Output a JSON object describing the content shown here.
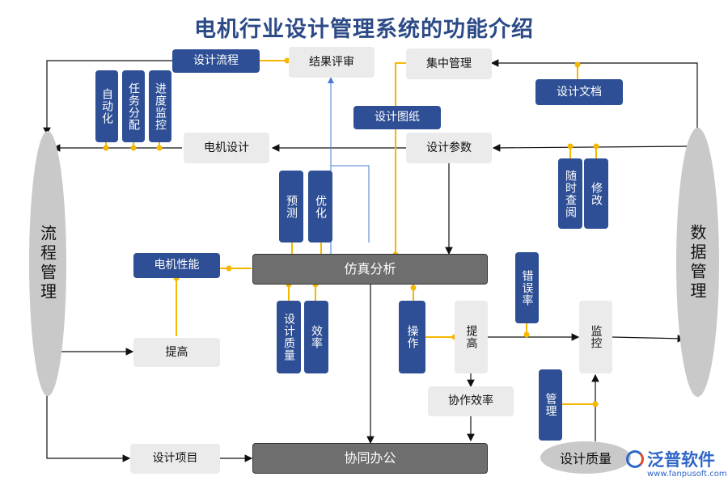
{
  "title": "电机行业设计管理系统的功能介绍",
  "left_ellipse": "流程管理",
  "right_ellipse": "数据管理",
  "nodes": {
    "design_flow": "设计流程",
    "result_review": "结果评审",
    "central_mgmt": "集中管理",
    "design_doc": "设计文档",
    "design_drawing": "设计图纸",
    "automation": "自动化",
    "task_assign": "任务分配",
    "progress_monitor": "进度监控",
    "motor_design": "电机设计",
    "design_params": "设计参数",
    "query_anytime": "随时查阅",
    "modify": "修改",
    "predict": "预测",
    "optimize": "优化",
    "motor_perf": "电机性能",
    "simulation": "仿真分析",
    "design_quality_v": "设计质量",
    "efficiency": "效率",
    "operate": "操作",
    "improve_r": "提高",
    "error_rate": "错误率",
    "monitor": "监控",
    "improve_l": "提高",
    "collab_eff": "协作效率",
    "manage": "管理",
    "design_project": "设计项目",
    "collab_office": "协同办公",
    "design_quality": "设计质量"
  },
  "watermark": "泛普软件",
  "logo": {
    "name": "泛普软件",
    "url": "www.fanpusoft.com"
  },
  "colors": {
    "blue_box": "#2e4f95",
    "gray_box": "#ebebeb",
    "dark_box": "#6e6e6e",
    "ellipse": "#c9c9c9",
    "connector": "#f5b800",
    "arrow": "#111111",
    "title": "#2b4a86"
  }
}
